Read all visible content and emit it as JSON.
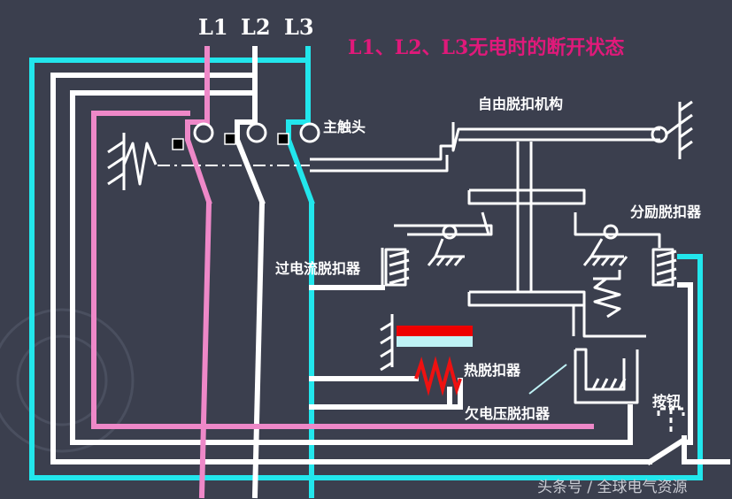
{
  "title": "L1、L2、L3无电时的断开状态",
  "phases": [
    "L1",
    "L2",
    "L3"
  ],
  "labels": {
    "main_contact": "主触头",
    "free_trip": "自由脱扣机构",
    "shunt_release": "分励脱扣器",
    "overcurrent_release": "过电流脱扣器",
    "thermal_release": "热脱扣器",
    "undervoltage_release": "欠电压脱扣器",
    "button": "按钮"
  },
  "watermark": "头条号 / 全球电气资源",
  "colors": {
    "background": "#3b3f4e",
    "title": "#e0197a",
    "l1": "#ee88c8",
    "l2": "#ffffff",
    "l3": "#22e6ec",
    "thermal_top": "#ee0000",
    "thermal_bottom": "#bff2f5",
    "heater": "#ee1111"
  }
}
